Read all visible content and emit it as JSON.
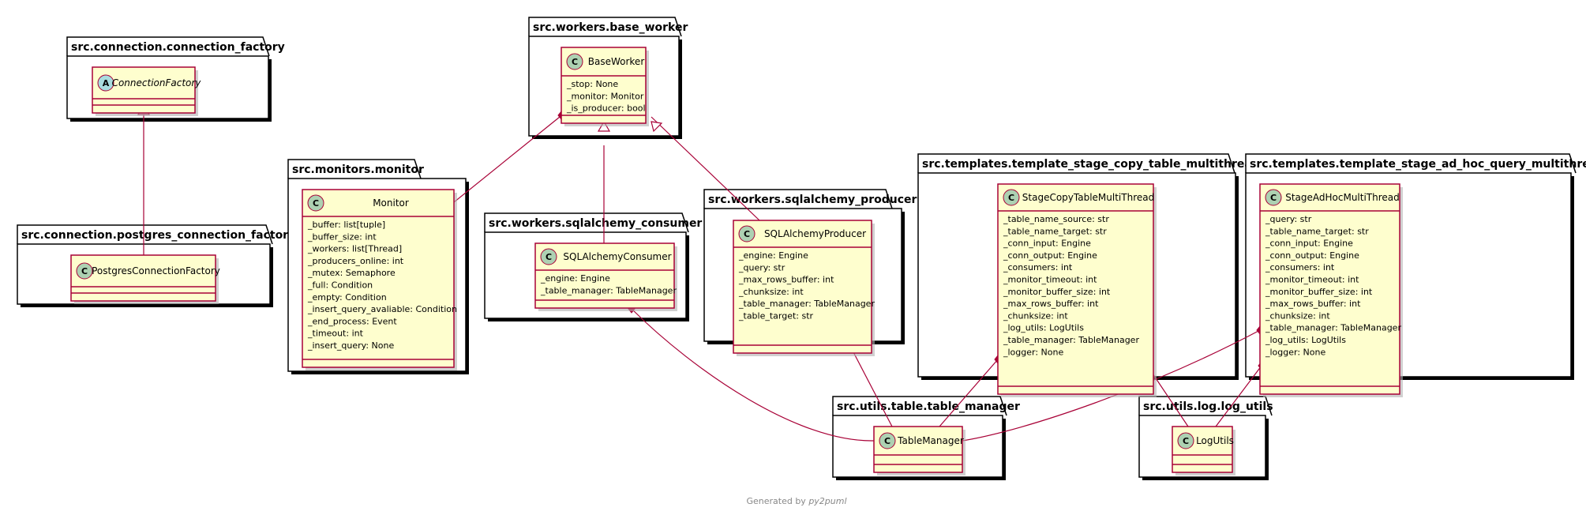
{
  "packages": [
    {
      "id": "p_conn_factory",
      "title": "src.connection.connection_factory"
    },
    {
      "id": "p_pg_factory",
      "title": "src.connection.postgres_connection_factory"
    },
    {
      "id": "p_base_worker",
      "title": "src.workers.base_worker"
    },
    {
      "id": "p_monitor",
      "title": "src.monitors.monitor"
    },
    {
      "id": "p_consumer",
      "title": "src.workers.sqlalchemy_consumer"
    },
    {
      "id": "p_producer",
      "title": "src.workers.sqlalchemy_producer"
    },
    {
      "id": "p_stage_copy",
      "title": "src.templates.template_stage_copy_table_multithread"
    },
    {
      "id": "p_stage_adhoc",
      "title": "src.templates.template_stage_ad_hoc_query_multithread"
    },
    {
      "id": "p_table_manager",
      "title": "src.utils.table.table_manager"
    },
    {
      "id": "p_log_utils",
      "title": "src.utils.log.log_utils"
    }
  ],
  "classes": [
    {
      "id": "ConnectionFactory",
      "name": "ConnectionFactory",
      "stereotype": "A",
      "abstract": true,
      "attributes": []
    },
    {
      "id": "PostgresConnectionFactory",
      "name": "PostgresConnectionFactory",
      "stereotype": "C",
      "abstract": false,
      "attributes": []
    },
    {
      "id": "BaseWorker",
      "name": "BaseWorker",
      "stereotype": "C",
      "abstract": false,
      "attributes": [
        "_stop: None",
        "_monitor: Monitor",
        "_is_producer: bool"
      ]
    },
    {
      "id": "Monitor",
      "name": "Monitor",
      "stereotype": "C",
      "abstract": false,
      "attributes": [
        "_buffer: list[tuple]",
        "_buffer_size: int",
        "_workers: list[Thread]",
        "_producers_online: int",
        "_mutex: Semaphore",
        "_full: Condition",
        "_empty: Condition",
        "_insert_query_avaliable: Condition",
        "_end_process: Event",
        "_timeout: int",
        "_insert_query: None"
      ]
    },
    {
      "id": "SQLAlchemyConsumer",
      "name": "SQLAlchemyConsumer",
      "stereotype": "C",
      "abstract": false,
      "attributes": [
        "_engine: Engine",
        "_table_manager: TableManager"
      ]
    },
    {
      "id": "SQLAlchemyProducer",
      "name": "SQLAlchemyProducer",
      "stereotype": "C",
      "abstract": false,
      "attributes": [
        "_engine: Engine",
        "_query: str",
        "_max_rows_buffer: int",
        "_chunksize: int",
        "_table_manager: TableManager",
        "_table_target: str"
      ]
    },
    {
      "id": "StageCopyTableMultiThread",
      "name": "StageCopyTableMultiThread",
      "stereotype": "C",
      "abstract": false,
      "attributes": [
        "_table_name_source: str",
        "_table_name_target: str",
        "_conn_input: Engine",
        "_conn_output: Engine",
        "_consumers: int",
        "_monitor_timeout: int",
        "_monitor_buffer_size: int",
        "_max_rows_buffer: int",
        "_chunksize: int",
        "_log_utils: LogUtils",
        "_table_manager: TableManager",
        "_logger: None"
      ]
    },
    {
      "id": "StageAdHocMultiThread",
      "name": "StageAdHocMultiThread",
      "stereotype": "C",
      "abstract": false,
      "attributes": [
        "_query: str",
        "_table_name_target: str",
        "_conn_input: Engine",
        "_conn_output: Engine",
        "_consumers: int",
        "_monitor_timeout: int",
        "_monitor_buffer_size: int",
        "_max_rows_buffer: int",
        "_chunksize: int",
        "_table_manager: TableManager",
        "_log_utils: LogUtils",
        "_logger: None"
      ]
    },
    {
      "id": "TableManager",
      "name": "TableManager",
      "stereotype": "C",
      "abstract": false,
      "attributes": []
    },
    {
      "id": "LogUtils",
      "name": "LogUtils",
      "stereotype": "C",
      "abstract": false,
      "attributes": []
    }
  ],
  "relations": [
    {
      "from": "PostgresConnectionFactory",
      "to": "ConnectionFactory",
      "type": "inheritance"
    },
    {
      "from": "SQLAlchemyConsumer",
      "to": "BaseWorker",
      "type": "inheritance"
    },
    {
      "from": "SQLAlchemyProducer",
      "to": "BaseWorker",
      "type": "inheritance"
    },
    {
      "from": "BaseWorker",
      "to": "Monitor",
      "type": "composition"
    },
    {
      "from": "SQLAlchemyConsumer",
      "to": "TableManager",
      "type": "composition"
    },
    {
      "from": "SQLAlchemyProducer",
      "to": "TableManager",
      "type": "composition"
    },
    {
      "from": "StageCopyTableMultiThread",
      "to": "TableManager",
      "type": "composition"
    },
    {
      "from": "StageCopyTableMultiThread",
      "to": "LogUtils",
      "type": "composition"
    },
    {
      "from": "StageAdHocMultiThread",
      "to": "TableManager",
      "type": "composition"
    },
    {
      "from": "StageAdHocMultiThread",
      "to": "LogUtils",
      "type": "composition"
    }
  ],
  "footer": {
    "prefix": "Generated by ",
    "tool": "py2puml"
  },
  "colors": {
    "class_fill": "#FEFECE",
    "class_border": "#A80036",
    "class_icon": "#ADD1B2",
    "abstract_icon": "#A9DCDF"
  }
}
